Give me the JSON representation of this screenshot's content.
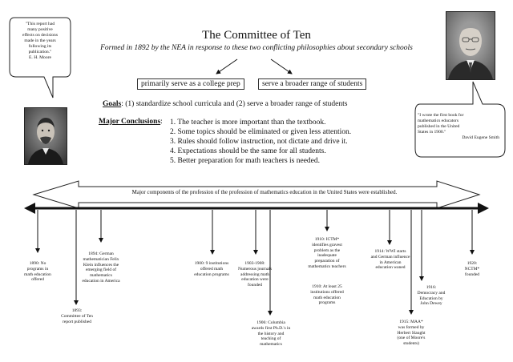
{
  "title": "The Committee of Ten",
  "subtitle": "Formed in 1892 by the NEA in response to these two conflicting philosophies about secondary schools",
  "philosophies": {
    "left": "primarily serve as a college prep",
    "right": "serve a broader range of students"
  },
  "goals": {
    "label": "Goals",
    "text": ": (1) standardize school curricula and (2) serve a broader range of students"
  },
  "conclusions": {
    "label": "Major Conclusions",
    "items": [
      "1.  The teacher is more important than the textbook.",
      "2.  Some topics should be eliminated or given less attention.",
      "3.  Rules should follow instruction, not dictate and drive it.",
      "4.  Expectations should be the same for all students.",
      "5.  Better preparation for math teachers is needed."
    ]
  },
  "quotes": {
    "moore": [
      "\"This report had",
      "many positive",
      "effects on decisions",
      "made in the years",
      "following its",
      "publication.\"",
      "E. H. Moore"
    ],
    "smith": [
      "\"I wrote the first book for",
      "mathematics educators",
      "published in the United",
      "States in 1900.\"",
      "David Eugene Smith"
    ]
  },
  "banner": "Major components of the profession of the profession of mathematics education in the United States were established.",
  "events": {
    "e1890": [
      "1890: No",
      "programs in",
      "math education",
      "offered"
    ],
    "e1893": [
      "1893:",
      "Committee of Ten",
      "report published"
    ],
    "e1894": [
      "1894: German",
      "mathematician Felix",
      "Klein influences the",
      "emerging field of",
      "mathematics",
      "education in America"
    ],
    "e1900": [
      "1900: 9 institutions",
      "offered math",
      "education programs"
    ],
    "e1903": [
      "1903-1908:",
      "Numerous journals",
      "addressing math",
      "education were",
      "founded"
    ],
    "e1906": [
      "1906: Columbia",
      "awards first Ph.D.'s in",
      "the history and",
      "teaching of",
      "mathematics"
    ],
    "e1910a": [
      "1910: ICTM*",
      "identifies gravest",
      "problem as the",
      "inadequate",
      "preparation of",
      "mathematics teachers"
    ],
    "e1910b": [
      "1910: At least 25",
      "institutions offered",
      "math education",
      "programs"
    ],
    "e1914": [
      "1914: WWI starts",
      "and German influence",
      "in American",
      "education waned"
    ],
    "e1915": [
      "1915: MAA*",
      "was formed by",
      "Herbert Slaught",
      "(one of Moore's",
      "students)"
    ],
    "e1916": [
      "1916:",
      "Democracy and",
      "Education by",
      "John Dewey"
    ],
    "e1920": [
      "1920:",
      "NCTM*",
      "founded"
    ]
  },
  "icons": [
    "moore-portrait-icon",
    "smith-portrait-icon",
    "speech-bubble-icon",
    "timeline-arrow-icon"
  ]
}
